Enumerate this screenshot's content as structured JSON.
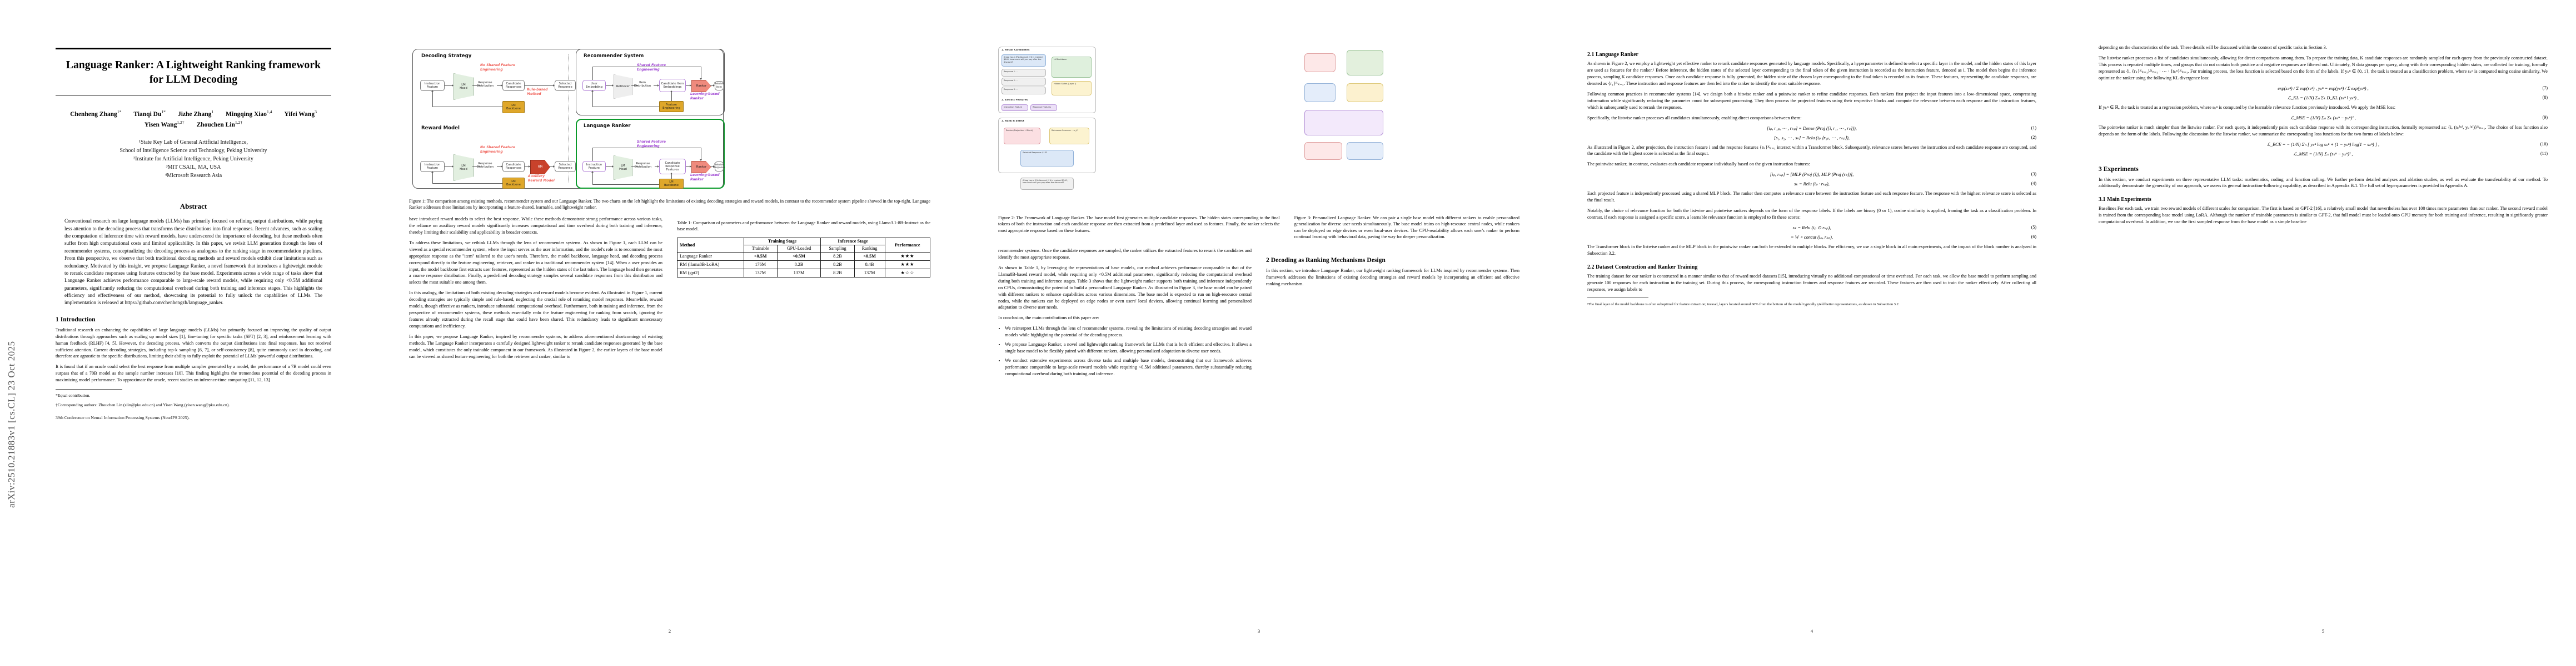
{
  "arxiv_stamp": "arXiv:2510.21883v1  [cs.CL]  23 Oct 2025",
  "paper": {
    "title_line1": "Language Ranker: A Lightweight Ranking framework",
    "title_line2": "for LLM Decoding",
    "authors": [
      {
        "name": "Chenheng Zhang",
        "sup": "1*"
      },
      {
        "name": "Tianqi Du",
        "sup": "1*"
      },
      {
        "name": "Jizhe Zhang",
        "sup": "1"
      },
      {
        "name": "Mingqing Xiao",
        "sup": "1,4"
      },
      {
        "name": "Yifei Wang",
        "sup": "3"
      },
      {
        "name": "Yisen Wang",
        "sup": "1,2†"
      },
      {
        "name": "Zhouchen Lin",
        "sup": "1,2†"
      }
    ],
    "affiliations": [
      "¹State Key Lab of General Artificial Intelligence,",
      "School of Intelligence Science and Technology, Peking University",
      "²Institute for Artificial Intelligence, Peking University",
      "³MIT CSAIL, MA, USA",
      "⁴Microsoft Research Asia"
    ],
    "abstract_heading": "Abstract",
    "abstract": "Conventional research on large language models (LLMs) has primarily focused on refining output distributions, while paying less attention to the decoding process that transforms these distributions into final responses. Recent advances, such as scaling the computation of inference time with reward models, have underscored the importance of decoding, but these methods often suffer from high computational costs and limited applicability. In this paper, we revisit LLM generation through the lens of recommender systems, conceptualizing the decoding process as analogous to the ranking stage in recommendation pipelines. From this perspective, we observe that both traditional decoding methods and reward models exhibit clear limitations such as redundancy. Motivated by this insight, we propose Language Ranker, a novel framework that introduces a lightweight module to rerank candidate responses using features extracted by the base model. Experiments across a wide range of tasks show that Language Ranker achieves performance comparable to large-scale reward models, while requiring only <0.5M additional parameters, significantly reducing the computational overhead during both training and inference stages. This highlights the efficiency and effectiveness of our method, showcasing its potential to fully unlock the capabilities of LLMs. The implementation is released at https://github.com/chenhengzh/language_ranker.",
    "footnote_equal": "*Equal contribution.",
    "footnote_corr": "†Corresponding authors: Zhouchen Lin (zlin@pku.edu.cn) and Yisen Wang (yisen.wang@pku.edu.cn).",
    "venue": "39th Conference on Neural Information Processing Systems (NeurIPS 2025)."
  },
  "page1": {
    "section1_title": "1   Introduction",
    "paras": [
      "Traditional research on enhancing the capabilities of large language models (LLMs) has primarily focused on improving the quality of output distributions through approaches such as scaling up model sizes [1], fine-tuning for specific tasks (SFT) [2, 3], and reinforcement learning with human feedback (RLHF) [4, 5]. However, the decoding process, which converts the output distributions into final responses, has not received sufficient attention. Current decoding strategies, including top-k sampling [6, 7], or self-consistency [8], quite commonly used in decoding, and therefore are agnostic to the specific distributions, limiting their ability to fully exploit the potential of LLMs' powerful output distributions.",
      "It is found that if an oracle could select the best response from multiple samples generated by a model, the performance of a 7B model could even surpass that of a 70B model as the sample number increases [10]. This finding highlights the tremendous potential of the decoding process in maximizing model performance. To approximate the oracle, recent studies on inference-time computing [11, 12, 13]"
    ]
  },
  "page2": {
    "figure1_caption": "Figure 1: The comparison among existing methods, recommender system and our Language Ranker. The two charts on the left highlight the limitations of existing decoding strategies and reward models, in contrast to the recommender system pipeline showed in the top-right. Language Ranker addresses these limitations by incorporating a feature-shared, learnable, and lightweight ranker.",
    "table1_caption": "Table 1: Comparison of parameters and performance between the Language Ranker and reward models, using Llama3.1-8B-Instruct as the base model.",
    "diagram": {
      "panels": [
        {
          "title": "Decoding Strategy"
        },
        {
          "title": "Reward Model"
        },
        {
          "title": "Recommender System"
        },
        {
          "title": "Language Ranker"
        }
      ],
      "nodes": {
        "instruction_feature": "Instruction\nFeature",
        "lm_head": "LM\nHead",
        "response_distribution": "Response\nDistribution",
        "candidate_responses": "Candidate\nResponses",
        "selected_response": "Selected\nResponse",
        "lm_backbone": "LM\nBackbone",
        "rm": "RM",
        "user_embedding": "User\nEmbedding",
        "retriever": "Retriever",
        "item_distribution": "Item\nDistribution",
        "candidate_item_embeddings": "Candidate Item\nEmbeddings",
        "ranker": "Ranker",
        "selected_item": "Selected\nItem",
        "feature_engineering": "Feature\nEngineering",
        "candidate_response_features": "Candidate\nResponse\nFeatures"
      },
      "annotations": {
        "no_shared": "No Shared Feature\nEngineering",
        "rule_based": "Rule-based\nMethod",
        "auxiliary_rm": "Auxiliary\nReward Model",
        "shared": "Shared Feature\nEngineering",
        "learning_based": "Learning-based\nRanker"
      }
    },
    "table1": {
      "group_headers": [
        "Method",
        "Training Stage",
        "Inference Stage",
        "Performance"
      ],
      "sub_headers": [
        "Trainable",
        "GPU-Loaded",
        "Sampling",
        "Ranking"
      ],
      "rows": [
        {
          "method": "Language Ranker",
          "trainable": "<0.5M",
          "gpu": "<0.5M",
          "sampling": "8.2B",
          "ranking": "<0.5M",
          "perf": "★★★",
          "bold": true
        },
        {
          "method": "RM (llama8B-LoRA)",
          "trainable": "176M",
          "gpu": "8.2B",
          "sampling": "8.2B",
          "ranking": "8.4B",
          "perf": "★★★",
          "bold": false
        },
        {
          "method": "RM (gpt2)",
          "trainable": "137M",
          "gpu": "137M",
          "sampling": "8.2B",
          "ranking": "137M",
          "perf": "★☆☆",
          "bold": false
        }
      ]
    },
    "paras": [
      "have introduced reward models to select the best response. While these methods demonstrate strong performance across various tasks, the reliance on auxiliary reward models significantly increases computational and time overhead during both training and inference, thereby limiting their scalability and applicability in broader contexts.",
      "To address these limitations, we rethink LLMs through the lens of recommender systems. As shown in Figure 1, each LLM can be viewed as a special recommender system, where the input serves as the user information, and the model's role is to recommend the most appropriate response as the \"item\" tailored to the user's needs. Therefore, the model backbone, language head, and decoding process correspond directly to the feature engineering, retriever, and ranker in a traditional recommender system [14]. When a user provides an input, the model backbone first extracts user features, represented as the hidden states of the last token. The language head then generates a coarse response distribution. Finally, a predefined decoding strategy samples several candidate responses from this distribution and selects the most suitable one among them.",
      "In this analogy, the limitations of both existing decoding strategies and reward models become evident. As illustrated in Figure 1, current decoding strategies are typically simple and rule-based, neglecting the crucial role of reranking model responses. Meanwhile, reward models, though effective as rankers, introduce substantial computational overhead. Furthermore, both in training and inference, from the perspective of recommender systems, these methods essentially redo the feature engineering for ranking from scratch, ignoring the features already extracted during the recall stage that could have been shared. This redundancy leads to significant unnecessary computations and inefficiency.",
      "In this paper, we propose Language Ranker, inspired by recommender systems, to address aforementioned shortcomings of existing methods. The Language Ranker incorporates a carefully designed lightweight ranker to rerank candidate responses generated by the base model, which constitutes the only trainable component in our framework. As illustrated in Figure 2, the earlier layers of the base model can be viewed as shared feature engineering for both the retriever and ranker, similar to"
    ]
  },
  "page3": {
    "figure2_caption": "Figure 2: The Framework of Language Ranker. The base model first generates multiple candidate responses. The hidden states corresponding to the final tokens of both the instruction and each candidate response are then extracted from a predefined layer and used as features. Finally, the ranker selects the most appropriate response based on these features.",
    "figure3_caption": "Figure 3: Personalized Language Ranker. We can pair a single base model with different rankers to enable personalized generalization for diverse user needs simultaneously. The base model trains on high-resource central nodes, while rankers can be deployed on edge devices or even local-user devices. The CPU-readability allows each user's ranker to perform continual learning with behavioral data, paving the way for deeper personalization.",
    "paras": [
      "recommender systems. Once the candidate responses are sampled, the ranker utilizes the extracted features to rerank the candidates and identify the most appropriate response.",
      "As shown in Table 1, by leveraging the representations of base models, our method achieves performance comparable to that of the Llama8B-based reward model, while requiring only <0.5M additional parameters, significantly reducing the computational overhead during both training and inference stages. Table 3 shows that the lightweight ranker supports both training and inference independently on CPUs, demonstrating the potential to build a personalized Language Ranker. As illustrated in Figure 3, the base model can be paired with different rankers to enhance capabilities across various dimensions. The base model is expected to run on high-resource central nodes, while the rankers can be deployed on edge nodes or even users' local devices, allowing continual learning and personalized adaptation to diverse user needs."
    ],
    "contributions_intro": "In conclusion, the main contributions of this paper are:",
    "bullets": [
      "We reinterpret LLMs through the lens of recommender systems, revealing the limitations of existing decoding strategies and reward models while highlighting the potential of the decoding process.",
      "We propose Language Ranker, a novel and lightweight ranking framework for LLMs that is both efficient and effective. It allows a single base model to be flexibly paired with different rankers, allowing personalized adaptation to diverse user needs.",
      "We conduct extensive experiments across diverse tasks and multiple base models, demonstrating that our framework achieves performance comparable to large-scale reward models while requiring <0.5M additional parameters, thereby substantially reducing computational overhead during both training and inference."
    ],
    "section2_title": "2   Decoding as Ranking Mechanisms Design",
    "section2_para": "In this section, we introduce Language Ranker, our lightweight ranking framework for LLMs inspired by recommender systems. Then framework addresses the limitations of existing decoding strategies and reward models by incorporating an efficient and effective ranking mechanism."
  },
  "page4": {
    "sec21_title": "2.1   Language Ranker",
    "paras": [
      "As shown in Figure 2, we employ a lightweight yet effective ranker to rerank candidate responses generated by language models. Specifically, a hyperparameter is defined to select a specific layer in the model, and the hidden states of this layer are used as features for the ranker.¹ Before inference, the hidden states of the selected layer corresponding to the final token of the given instruction is recorded as the instruction feature, denoted as i. The model then begins the inference process, sampling K candidate responses. Once each candidate response is fully generated, the hidden state of the chosen layer corresponding to the final token is recorded as its feature. These features, representing the candidate responses, are denoted as {r₁}ᴷₖ₌₁. These instruction and response features are then fed into the ranker to identify the most suitable response.",
      "Following common practices in recommender systems [14], we design both a bitwise ranker and a pointwise ranker to refine candidate responses. Both rankers first project the input features into a low-dimensional space, compressing information while significantly reducing the parameter count for subsequent processing. They then process the projected features using their respective blocks and compute the relevance between each response and the instruction features, which is subsequently used to rerank the responses.",
      "Specifically, the listwise ranker processes all candidates simultaneously, enabling direct comparisons between them:"
    ],
    "eq1": "[iₚ, r₁ₚ, ⋯ , rₖₚ] = Dense (Proj ([i, r₁, ⋯ , rₖ])),",
    "eq1n": "(1)",
    "eq2": "[s₁, s₂, ⋯ , sₖ] = Relu (iₚ ⟨r₁ₚ, ⋯ , rₖₚ⟩),",
    "eq2n": "(2)",
    "para2": "As illustrated in Figure 2, after projection, the instruction feature i and the response features {rₖ}ᴷₖ₌₁ interact within a Transformer block. Subsequently, relevance scores between the instruction and each candidate response are computed, and the candidate with the highest score is selected as the final output.",
    "para3": "The pointwise ranker, in contrast, evaluates each candidate response individually based on the given instruction features:",
    "eq3": "[iₚ, rₖₚ] = [MLP (Proj (i)), MLP (Proj (rₖ))],",
    "eq3n": "(3)",
    "eq4": "sₖ = Relu (iₚ · rₖₚ),",
    "eq4n": "(4)",
    "para4": "Each projected feature is independently processed using a shared MLP block. The ranker then computes a relevance score between the instruction feature and each response feature. The response with the highest relevance score is selected as the final result.",
    "para5": "Notably, the choice of relevance function for both the listwise and pointwise rankers depends on the form of the response labels. If the labels are binary (0 or 1), cosine similarity is applied, framing the task as a classification problem. In contrast, if each response is assigned a specific score, a learnable relevance function is employed to fit these scores:",
    "eq5": "sₖ = Relu (iₚ ⊙ rₖₚ),",
    "eq5n": "(5)",
    "eq6": "= W ∘ concat (iₚ, rₖₚ),",
    "eq6n": "(6)",
    "para6": "The Transformer block in the listwise ranker and the MLP block in the pointwise ranker can both be extended to multiple blocks. For efficiency, we use a single block in all main experiments, and the impact of the block number is analyzed in Subsection 3.2.",
    "sec22_title": "2.2   Dataset Construction and Ranker Training",
    "para7": "The training dataset for our ranker is constructed in a manner similar to that of reward model datasets [15], introducing virtually no additional computational or time overhead. For each task, we allow the base model to perform sampling and generate 100 responses for each instruction in the training set. During this process, the corresponding instruction features and response features are recorded. These features are then used to train the ranker effectively. After collecting all responses, we assign labels to",
    "footnote": "¹The final layer of the model backbone is often suboptimal for feature extraction; instead, layers located around 60% from the bottom of the model typically yield better representations, as shown in Subsection 3.2."
  },
  "page5": {
    "paras": [
      "depending on the characteristics of the task. These details will be discussed within the context of specific tasks in Section 3.",
      "The listwise ranker processes a list of candidates simultaneously, allowing for direct comparisons among them. To prepare the training data, K candidate responses are randomly sampled for each query from the previously constructed dataset. This process is repeated multiple times, and groups that do not contain both positive and negative responses are filtered out. Ultimately, N data groups per query, along with their corresponding hidden states, are collected for training, formally represented as {i, {rₖ}ᴷₖ₌₁}ᴺₙ₌₁ · ⋯ · {rₖⁿ}ᴷₖ₌₁. For training process, the loss function is selected based on the form of the labels. If yₖⁿ ∈ {0, 1}, the task is treated as a classification problem, where sₖⁿ is computed using cosine similarity. We optimize the ranker using the following KL divergence loss:"
    ],
    "eq7_left": "sₖⁿ = ",
    "eq7": "exp(sₖⁿ) / Σ exp(sₖⁿ) ,     yₖⁿ = exp(yₖⁿ) / Σ exp(yₖⁿ) ,",
    "eq7n": "(7)",
    "eq8": "ℒ_KL = (1/N) Σₙ Σₖ D_KL (sₖⁿ ‖ yₖⁿ) ,",
    "eq8n": "(8)",
    "para2": "If yₖⁿ ∈ ℝ, the task is treated as a regression problem, where sₖⁿ is computed by the learnable relevance function previously introduced. We apply the MSE loss:",
    "eq9": "ℒ_MSE = (1/N) Σₙ Σₖ (sₖⁿ − yₖⁿ)² ,",
    "eq9n": "(9)",
    "para3": "The pointwise ranker is much simpler than the listwise ranker. For each query, it independently pairs each candidate response with its corresponding instruction, formally represented as: {i, (rₖ⁽ⁿ⁾, yₖ⁽ⁿ⁾)}ᴺₙ₌₁. The choice of loss function also depends on the form of the labels. Following the discussion for the listwise ranker, we summarize the corresponding loss functions for the two forms of labels below:",
    "eq10": "ℒ_BCE = − (1/N) Σₙ [ yₖⁿ log sₖⁿ + (1 − yₖⁿ) log(1 − sₖⁿ) ] ,",
    "eq10n": "(10)",
    "eq11": "ℒ_MSE = (1/N) Σₙ (sₖⁿ − yₖⁿ)² ,",
    "eq11n": "(11)",
    "section3_title": "3   Experiments",
    "para4": "In this section, we conduct experiments on three representative LLM tasks: mathematics, coding, and function calling. We further perform detailed analyses and ablation studies, as well as evaluate the transferability of our method. To additionally demonstrate the generality of our approach, we assess its general instruction-following capability, as described in Appendix B.1. The full set of hyperparameters is provided in Appendix A.",
    "sec31_title": "3.1   Main Experiments",
    "para5": "Baselines    For each task, we train two reward models of different scales for comparison. The first is based on GPT-2 [16], a relatively small model that nevertheless has over 100 times more parameters than our ranker. The second reward model is trained from the corresponding base model using LoRA. Although the number of trainable parameters is similar to GPT-2, that full model must be loaded onto GPU memory for both training and inference, resulting in significantly greater computational overhead. In addition, we use the first sampled response from the base model as a simple baseline"
  },
  "page_numbers": [
    "",
    "2",
    "3",
    "4",
    "5"
  ]
}
